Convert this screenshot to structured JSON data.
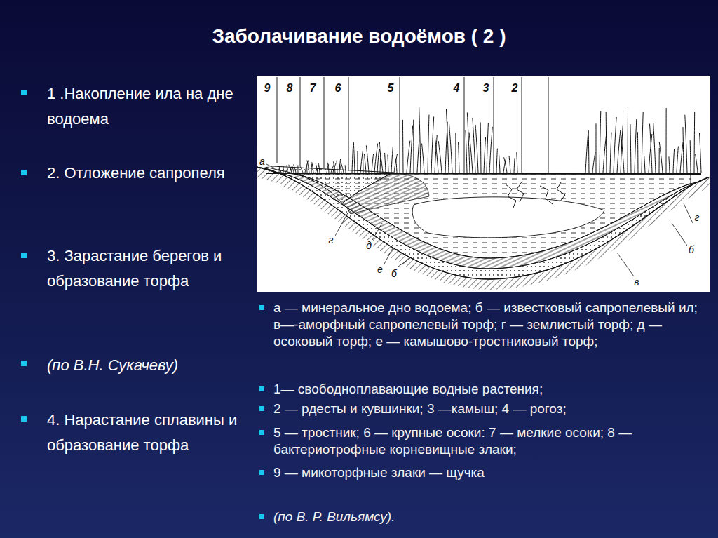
{
  "diagram": {
    "title": "Заболачивание водоёмов ( 2 )",
    "labels": [
      "1 .Накопление ила на дне водоема",
      "2. Отложение сапропеля",
      "3. Зарастание берегов и образование торфа",
      "(по В.Н. Сукачеву)",
      "4. Нарастание сплавины и образование торфа",
      "9",
      "8",
      "7",
      "6",
      "5",
      "4",
      "3",
      "2",
      "а",
      "г",
      "д",
      "е",
      "б",
      "в",
      "б",
      "г",
      "а — минеральное дно водоема; б — известковый сапропелевый ил; в—-аморфный сапропелевый торф; г — землистый торф; д — осоковый торф; е — камышово-тростниковый торф;",
      "1— свободноплавающие водные растения;",
      "2 — рдесты и кувшинки; 3 —камыш; 4 — рогоз;",
      "5 — тростник; 6 — крупные осоки: 7 — мелкие осоки; 8 — бактериотрофные корневищные злаки;",
      "9 — микоторфные злаки — щучка",
      "(по В. Р. Вильямсу)."
    ]
  }
}
